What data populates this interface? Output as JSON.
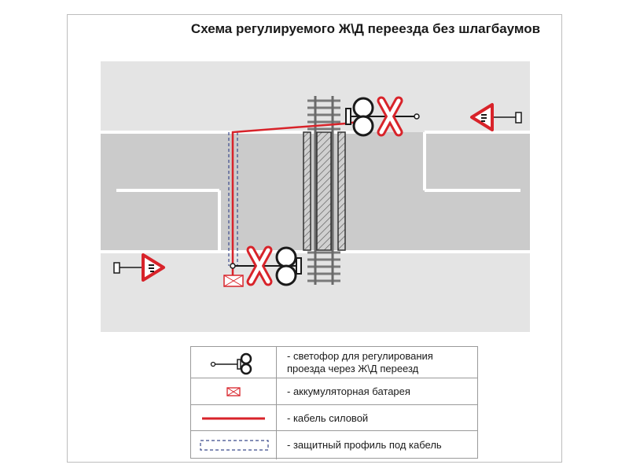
{
  "title": "Схема регулируемого Ж\\Д переезда без шлагбаумов",
  "legend": {
    "items": [
      {
        "symbol": "traffic-light",
        "text": "- светофор для регулирования проезда через Ж\\Д переезд"
      },
      {
        "symbol": "battery",
        "text": "- аккумуляторная батарея"
      },
      {
        "symbol": "power-cable",
        "text": "- кабель силовой"
      },
      {
        "symbol": "protective-profile",
        "text": "- защитный профиль под кабель"
      }
    ]
  },
  "colors": {
    "road": "#cbcbcb",
    "area": "#e4e4e4",
    "marking": "#ffffff",
    "signal_red": "#d8232a",
    "cable": "#d8232a",
    "profile": "#3b4a8c",
    "ink": "#1a1a1a"
  }
}
